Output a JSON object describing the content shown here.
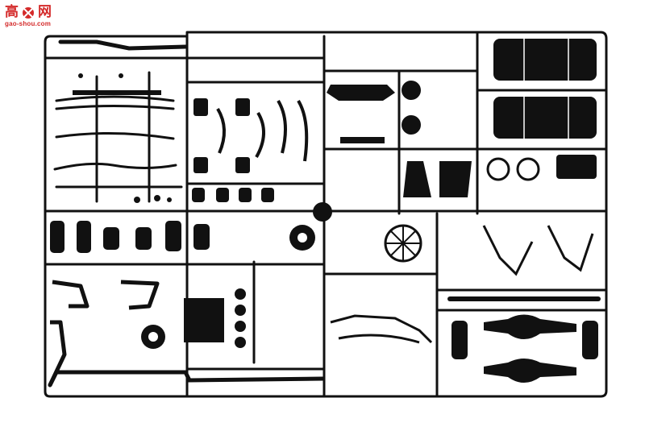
{
  "watermark": {
    "char_left": "高",
    "char_right": "网",
    "url": "gao-shou.com",
    "color": "#d42a2a"
  },
  "sprue": {
    "plastic_color": "#111111",
    "background_color": "#ffffff"
  }
}
